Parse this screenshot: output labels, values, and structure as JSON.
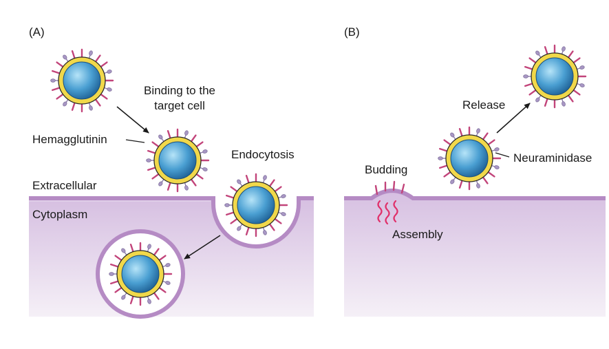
{
  "panels": {
    "a": {
      "label": "(A)",
      "binding_line1": "Binding to the",
      "binding_line2": "target cell",
      "hemagglutinin": "Hemagglutinin",
      "endocytosis": "Endocytosis",
      "extracellular": "Extracellular",
      "cytoplasm": "Cytoplasm"
    },
    "b": {
      "label": "(B)",
      "release": "Release",
      "neuraminidase": "Neuraminidase",
      "budding": "Budding",
      "assembly": "Assembly"
    }
  },
  "colors": {
    "cytoplasm_top": "#d9c3e3",
    "cytoplasm_bottom": "#f3edf6",
    "membrane": "#b58bc4",
    "envelope": "#f1d84a",
    "core_light": "#a8dcf5",
    "core_dark": "#1f6fa8",
    "spike": "#c2447a",
    "neuraminidase": "#a897c4",
    "rna": "#e0306a"
  }
}
